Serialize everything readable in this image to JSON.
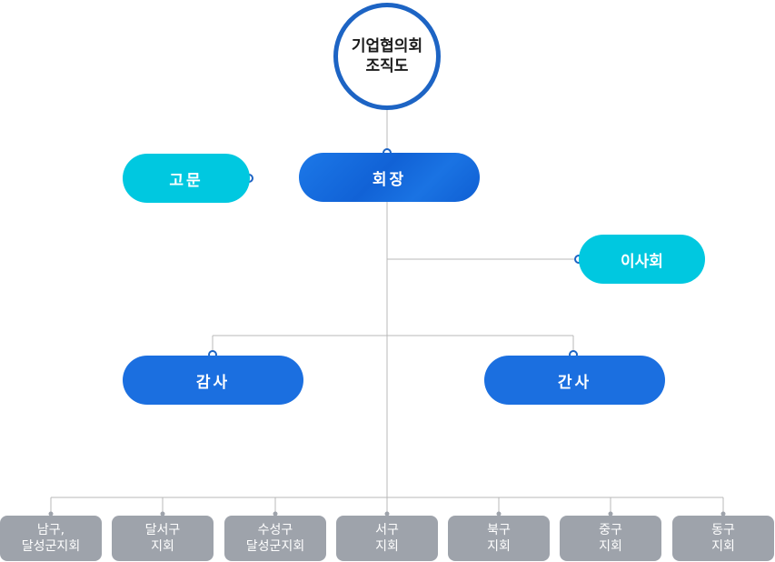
{
  "root": {
    "line1": "기업협의회",
    "line2": "조직도"
  },
  "advisor": {
    "label": "고문"
  },
  "president": {
    "label": "회장"
  },
  "board": {
    "label": "이사회"
  },
  "auditor": {
    "label": "감사"
  },
  "secretary": {
    "label": "간사"
  },
  "branches": [
    {
      "line1": "남구,",
      "line2": "달성군지회"
    },
    {
      "line1": "달서구",
      "line2": "지회"
    },
    {
      "line1": "수성구",
      "line2": "달성군지회"
    },
    {
      "line1": "서구",
      "line2": "지회"
    },
    {
      "line1": "북구",
      "line2": "지회"
    },
    {
      "line1": "중구",
      "line2": "지회"
    },
    {
      "line1": "동구",
      "line2": "지회"
    }
  ],
  "colors": {
    "accent_blue": "#1b6fe0",
    "cyan": "#00c8e0",
    "branch_gray": "#9ea3ab",
    "line_gray": "#b8b8b8"
  }
}
